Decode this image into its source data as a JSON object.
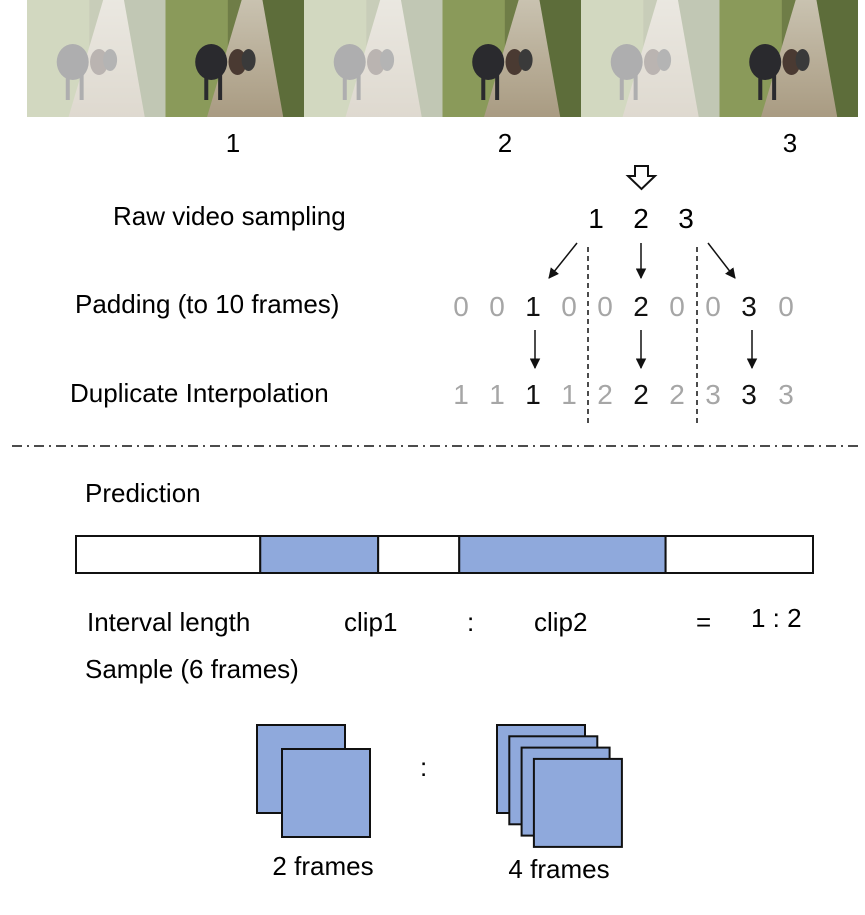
{
  "frames": {
    "labels": [
      "1",
      "2",
      "3"
    ],
    "strip": [
      {
        "faded": true
      },
      {
        "faded": false
      },
      {
        "faded": true
      },
      {
        "faded": false
      },
      {
        "faded": true
      },
      {
        "faded": false
      }
    ]
  },
  "pipeline": {
    "rows": [
      {
        "label": "Raw video sampling"
      },
      {
        "label": "Padding (to 10 frames)",
        "values": [
          "0",
          "0",
          "1",
          "0",
          "0",
          "2",
          "0",
          "0",
          "3",
          "0"
        ]
      },
      {
        "label": "Duplicate Interpolation",
        "values": [
          "1",
          "1",
          "1",
          "1",
          "2",
          "2",
          "2",
          "3",
          "3",
          "3"
        ]
      }
    ],
    "raw_values": [
      "1",
      "2",
      "3"
    ],
    "key_indices": [
      2,
      5,
      8
    ]
  },
  "prediction": {
    "title": "Prediction",
    "bar": [
      {
        "fraction": 0.25,
        "kind": "background"
      },
      {
        "fraction": 0.16,
        "kind": "clip"
      },
      {
        "fraction": 0.11,
        "kind": "background"
      },
      {
        "fraction": 0.28,
        "kind": "clip"
      },
      {
        "fraction": 0.2,
        "kind": "background"
      }
    ],
    "interval_label": "Interval length",
    "clip1": "clip1",
    "colon": ":",
    "clip2": "clip2",
    "equals": "=",
    "ratio": "1 : 2",
    "sample_label": "Sample (6 frames)"
  },
  "samples": {
    "group1": {
      "count": 2,
      "label": "2 frames"
    },
    "separator": ":",
    "group2": {
      "count": 4,
      "label": "4 frames"
    }
  },
  "colors": {
    "clip_fill": "#8fa9dc",
    "muted_text": "#a6a6a6",
    "frame_strip_bg": "#7d8a5a"
  }
}
